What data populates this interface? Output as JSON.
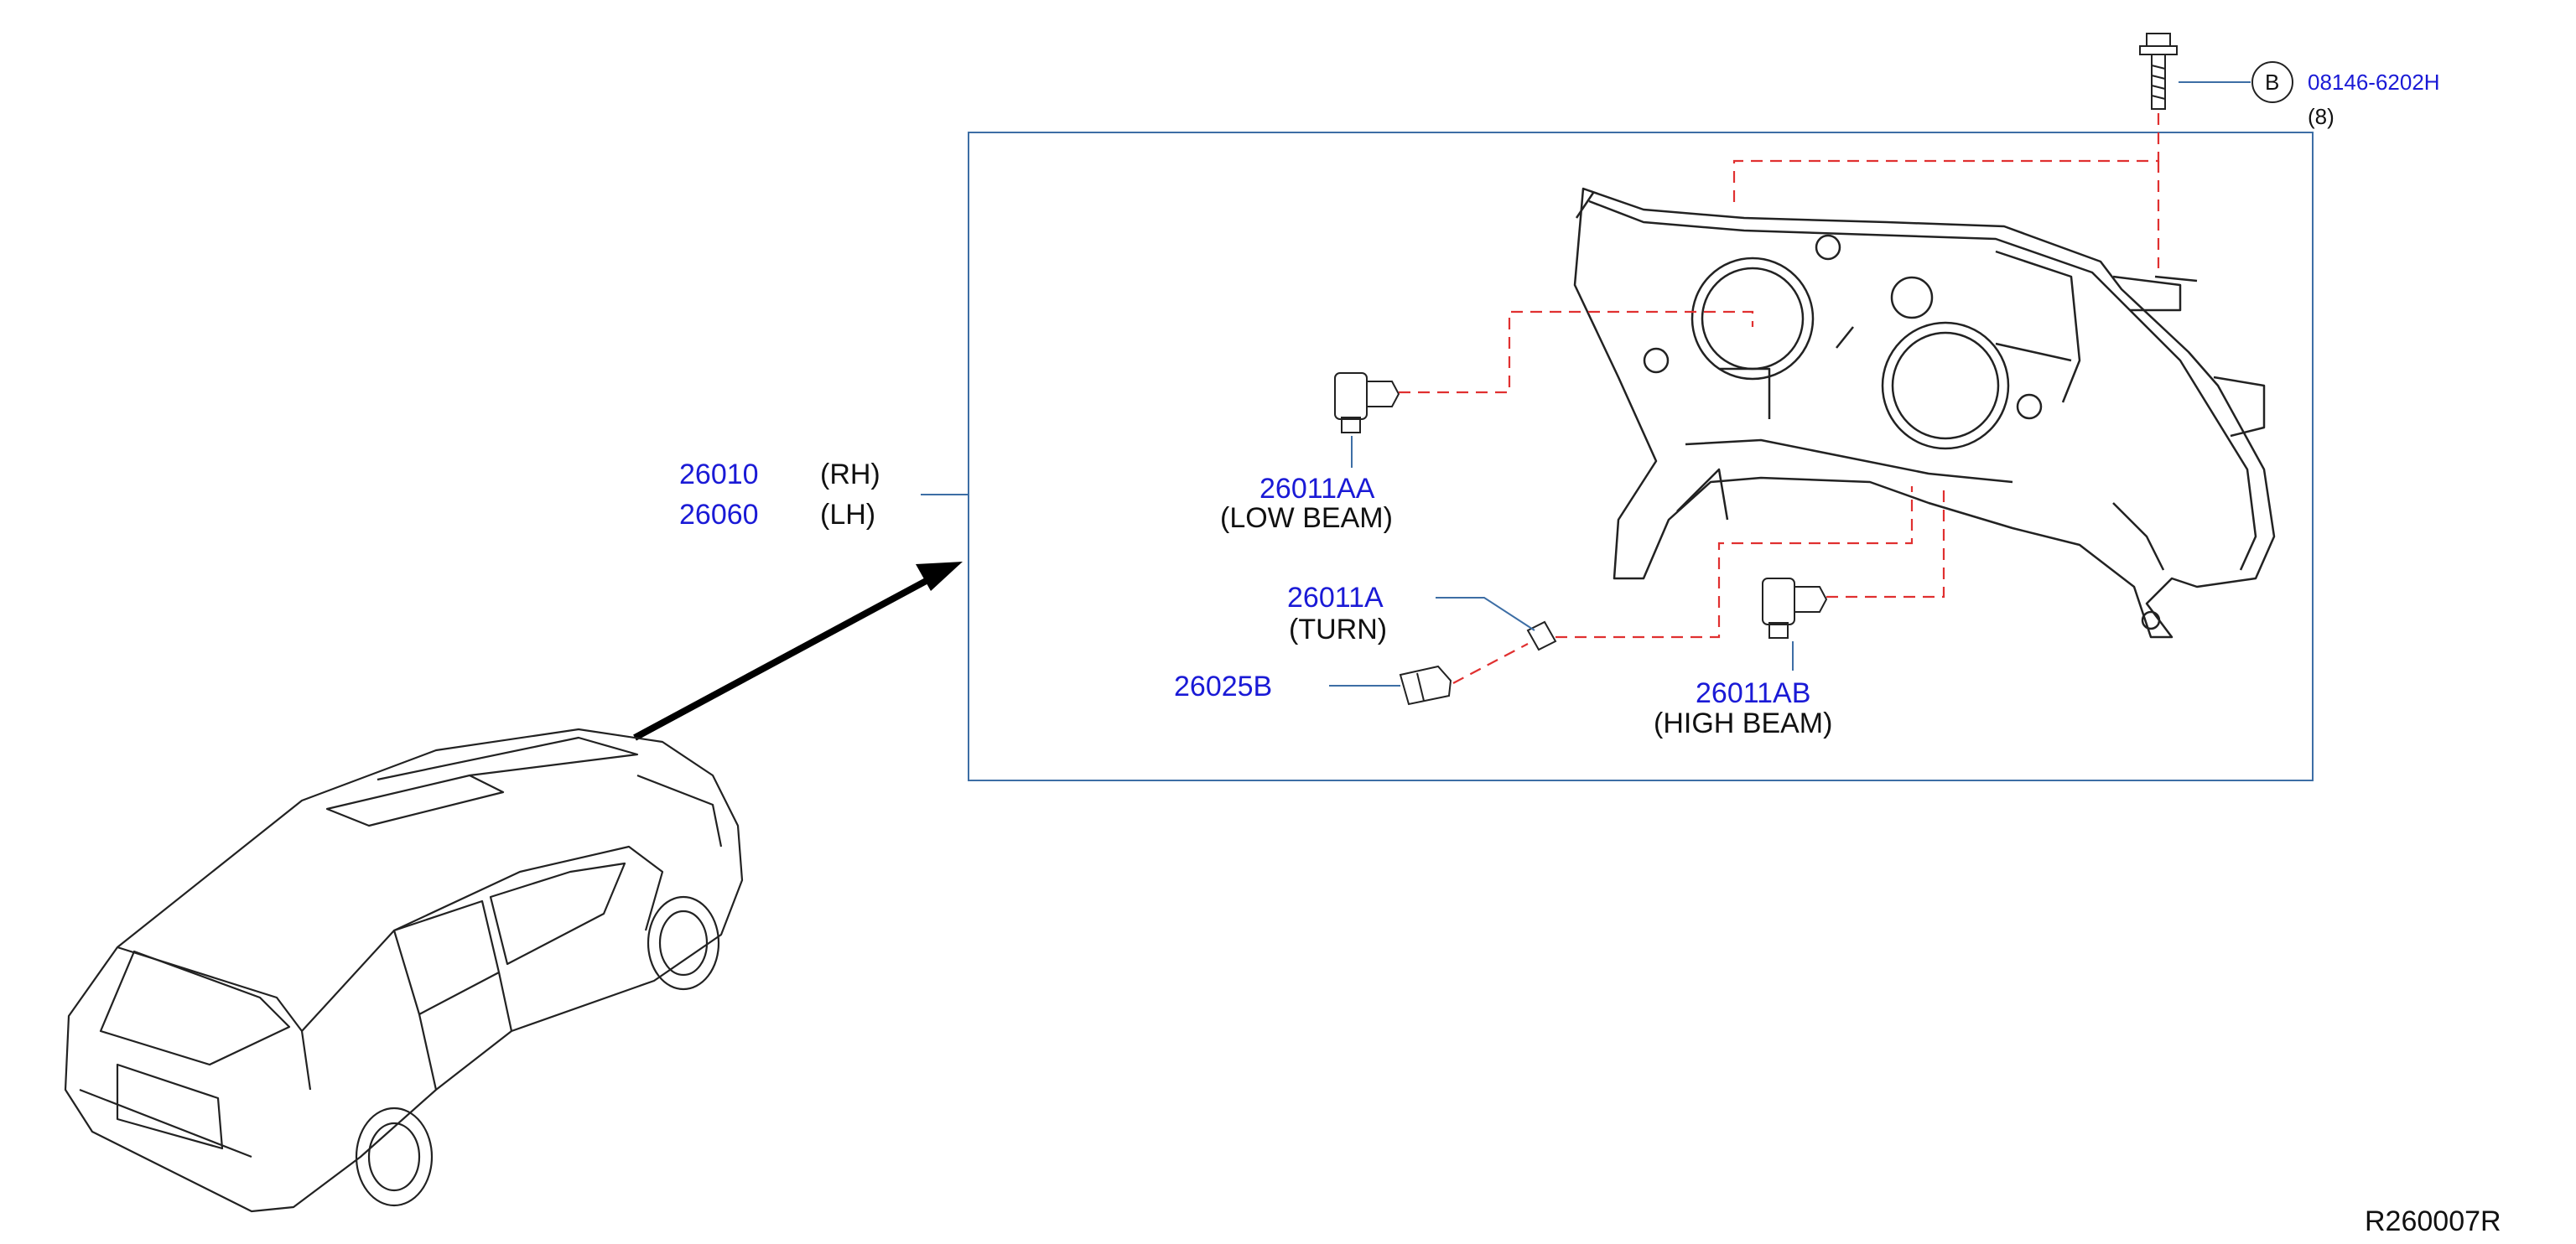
{
  "parts": {
    "headlamp_rh": {
      "number": "26010",
      "side": "(RH)"
    },
    "headlamp_lh": {
      "number": "26060",
      "side": "(LH)"
    },
    "low_beam": {
      "number": "26011AA",
      "desc": "(LOW   BEAM)"
    },
    "turn": {
      "number": "26011A",
      "desc": "(TURN)"
    },
    "socket": {
      "number": "26025B"
    },
    "high_beam": {
      "number": "26011AB",
      "desc": "(HIGH   BEAM)"
    },
    "bolt": {
      "callout": "B",
      "number": "08146-6202H",
      "qty": "(8)"
    }
  },
  "diagram_code": "R260007R",
  "colors": {
    "part_number": "#1a1ad6",
    "text": "#111111",
    "frame": "#3d6ea5",
    "dash": "#e03030",
    "line": "#222222"
  }
}
